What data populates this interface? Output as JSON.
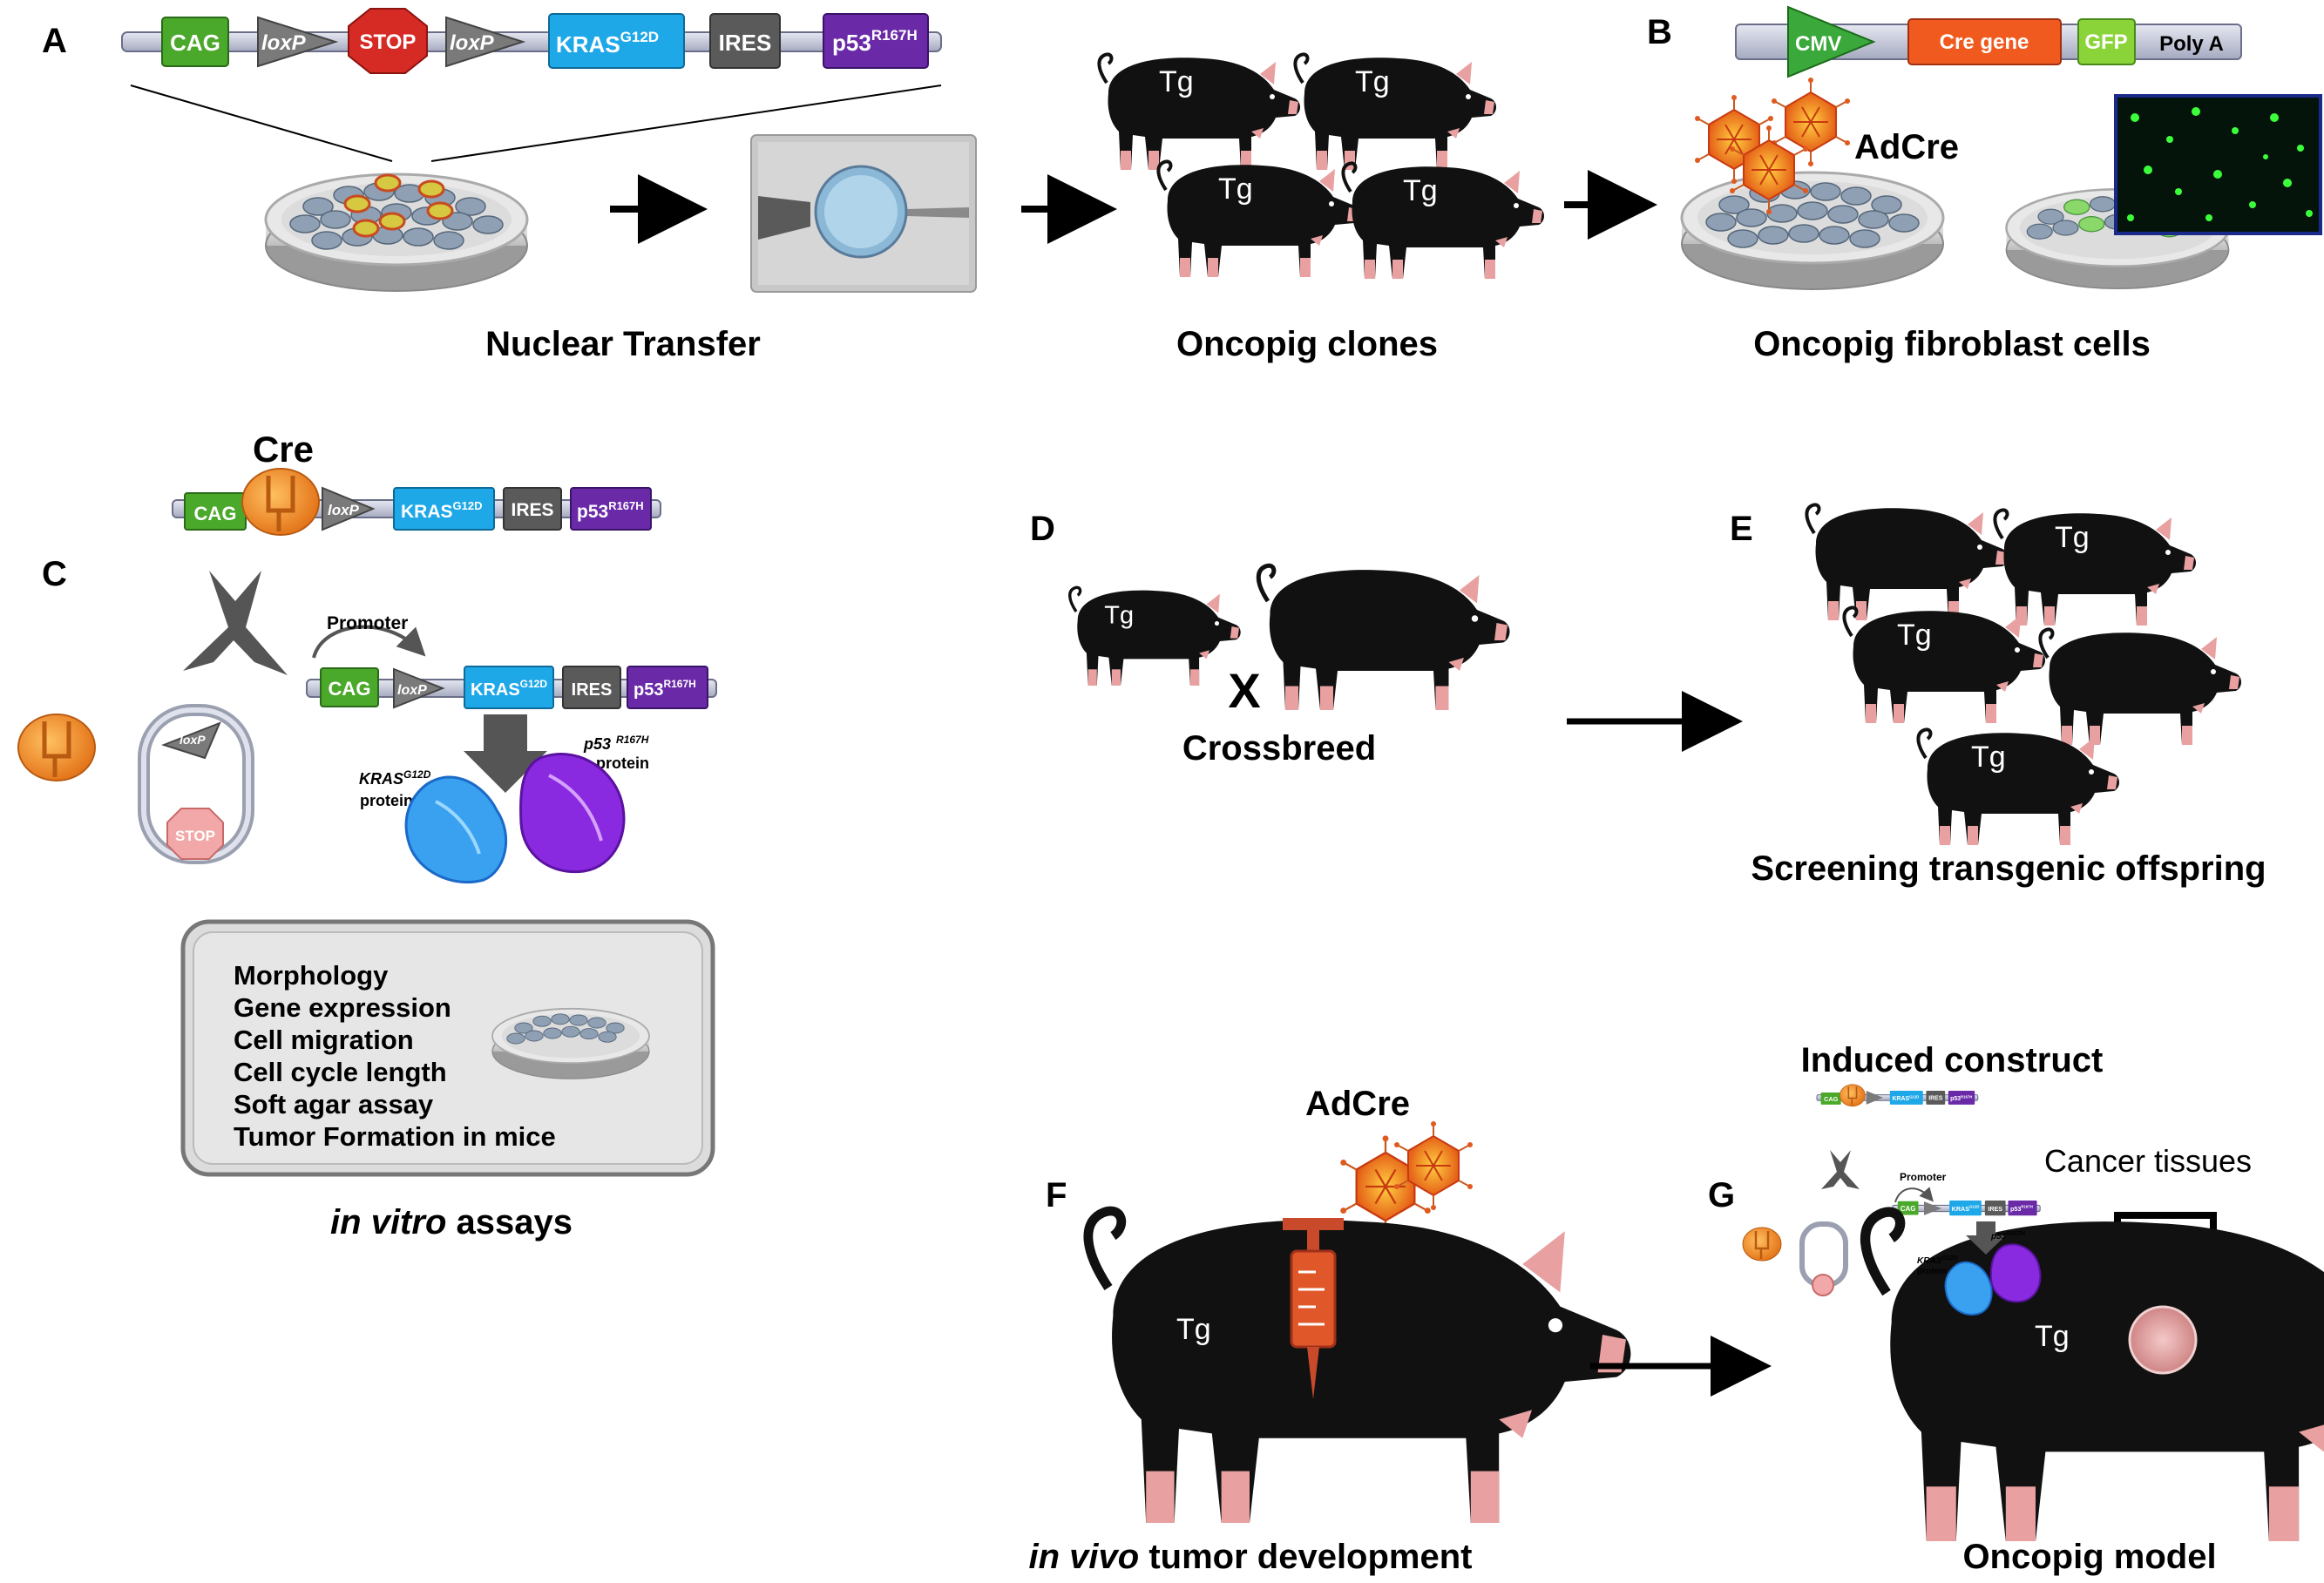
{
  "panels": {
    "a": "A",
    "b": "B",
    "c": "C",
    "d": "D",
    "e": "E",
    "f": "F",
    "g": "G"
  },
  "colors": {
    "cag": "#4aa82a",
    "stop": "#d62a24",
    "kras": "#1fa8e8",
    "ires": "#5a5a5a",
    "p53": "#6a2aa8",
    "cmv": "#3aa83a",
    "cre_gene": "#f05a1e",
    "gfp": "#8ad43a",
    "polya": "#9a9aa8",
    "backbone": "#c8cce0",
    "cre_enzyme": "#f08a1e",
    "pig": "#111111",
    "pig_pink": "#e8a0a0",
    "arrow": "#000000"
  },
  "constructA": {
    "cag": "CAG",
    "loxp1": "loxP",
    "stop": "STOP",
    "loxp2": "loxP",
    "kras": "KRAS",
    "kras_sup": "G12D",
    "ires": "IRES",
    "p53": "p53",
    "p53_sup": "R167H"
  },
  "constructB": {
    "cmv": "CMV",
    "cre": "Cre gene",
    "gfp": "GFP",
    "polya": "Poly A"
  },
  "labels": {
    "nuclear_transfer": "Nuclear Transfer",
    "oncopig_clones": "Oncopig clones",
    "fibroblast": "Oncopig fibroblast cells",
    "adcre_b": "AdCre",
    "tg": "Tg",
    "cre": "Cre",
    "promoter": "Promoter",
    "kras_protein_name": "KRAS",
    "kras_protein_sup": "G12D",
    "protein": "protein",
    "p53_protein_name": "p53",
    "p53_protein_sup": "R167H",
    "stop_small": "STOP",
    "loxp_small": "loxP",
    "x_mark": "X",
    "crossbreed": "Crossbreed",
    "screening": "Screening transgenic offspring",
    "in_vitro_italic": "in vitro",
    "assays": " assays",
    "adcre_f": "AdCre",
    "in_vivo_italic": "in vivo",
    "tumor_dev": " tumor development",
    "induced_construct": "Induced construct",
    "cancer_tissues": "Cancer tissues",
    "oncopig_model": "Oncopig model"
  },
  "assays": [
    "Morphology",
    "Gene expression",
    "Cell migration",
    "Cell cycle length",
    "Soft agar assay",
    "Tumor Formation in mice"
  ]
}
